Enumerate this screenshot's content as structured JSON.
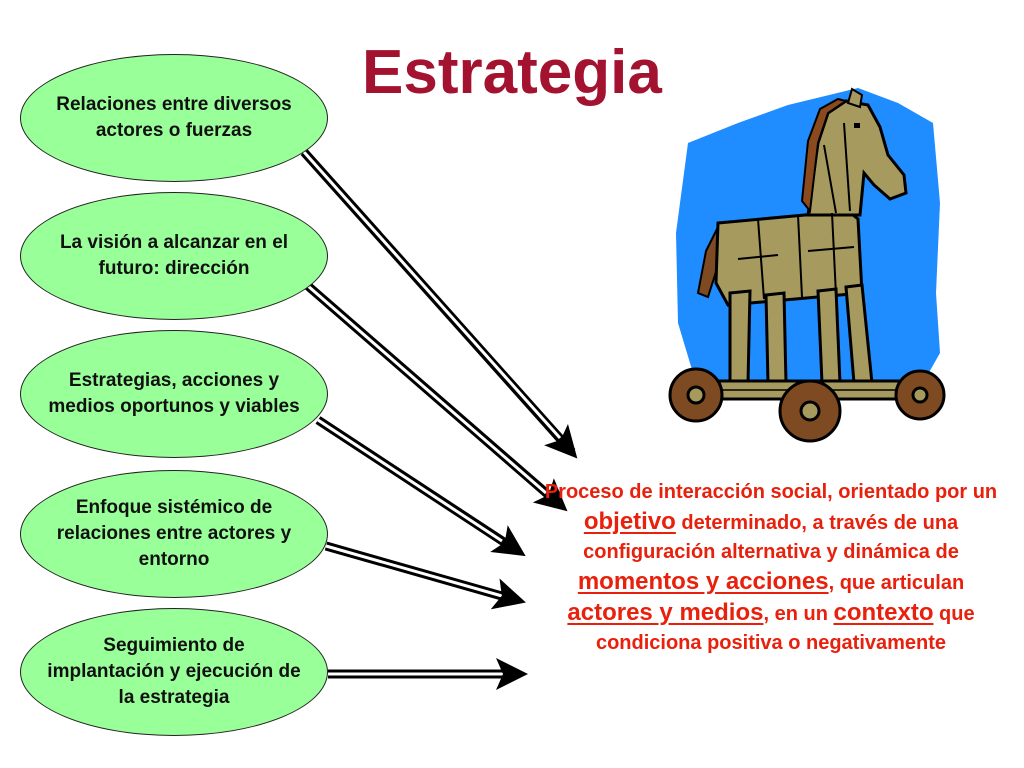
{
  "title": "Estrategia",
  "nodes": [
    "Relaciones entre diversos actores o fuerzas",
    "La visión a alcanzar en el futuro: dirección",
    "Estrategias, acciones y medios oportunos y viables",
    "Enfoque sistémico de relaciones entre actores y entorno",
    "Seguimiento de implantación y ejecución de la estrategia"
  ],
  "definition": {
    "t1": "Proceso de interacción social, orientado por un ",
    "k1": "objetivo",
    "t2": " determinado, a través de una configuración alternativa y dinámica de ",
    "k2": "momentos y acciones",
    "t3": ", que articulan ",
    "k3": "actores y medios",
    "t4": ", en un ",
    "k4": "contexto",
    "t5": " que condiciona positiva o negativamente"
  },
  "illustration": "trojan-horse-icon",
  "colors": {
    "title": "#a3122f",
    "ellipse_fill": "#99ff99",
    "definition_text": "#e8200c",
    "sky": "#1f8cff",
    "horse_body": "#a69a5e",
    "horse_dark": "#7d4a22"
  }
}
